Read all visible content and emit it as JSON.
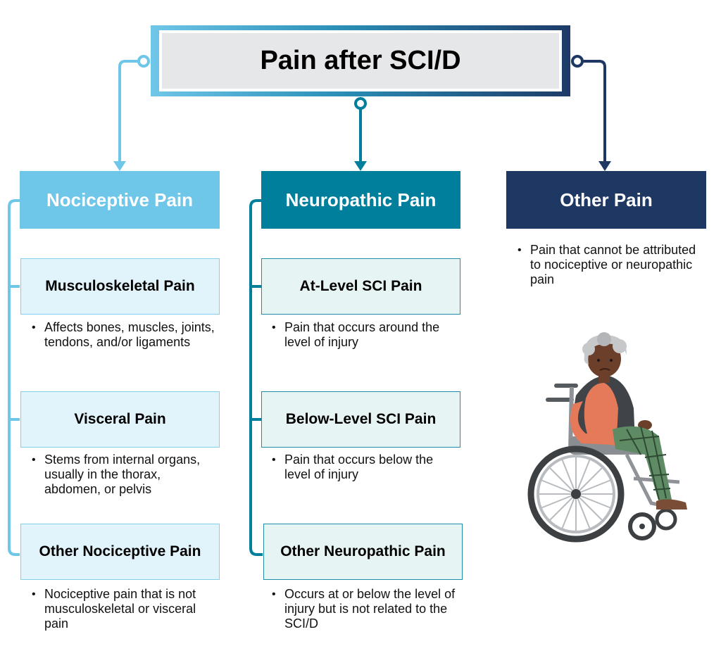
{
  "title": "Pain after SCI/D",
  "colors": {
    "nociceptive": "#6ec6e8",
    "neuropathic": "#007f9c",
    "other": "#1f3863",
    "nociceptive_sub_bg": "#e1f4fb",
    "neuropathic_sub_bg": "#e6f4f4"
  },
  "categories": [
    {
      "label": "Nociceptive Pain",
      "subtypes": [
        {
          "label": "Musculoskeletal Pain",
          "description": "Affects bones, muscles, joints, tendons, and/or ligaments"
        },
        {
          "label": "Visceral Pain",
          "description": "Stems from internal organs, usually in the thorax, abdomen, or pelvis"
        },
        {
          "label": "Other Nociceptive Pain",
          "description": "Nociceptive pain that is not musculoskeletal or visceral pain"
        }
      ]
    },
    {
      "label": "Neuropathic Pain",
      "subtypes": [
        {
          "label": "At-Level SCI Pain",
          "description": "Pain that occurs around the level of injury"
        },
        {
          "label": "Below-Level SCI Pain",
          "description": "Pain that occurs below the level of injury"
        },
        {
          "label": "Other Neuropathic Pain",
          "description": "Occurs at or below the level of injury but is not related to the SCI/D"
        }
      ]
    },
    {
      "label": "Other Pain",
      "description": "Pain that cannot be attributed to nociceptive or neuropathic pain"
    }
  ],
  "illustration": {
    "icon": "person-in-wheelchair-icon"
  }
}
